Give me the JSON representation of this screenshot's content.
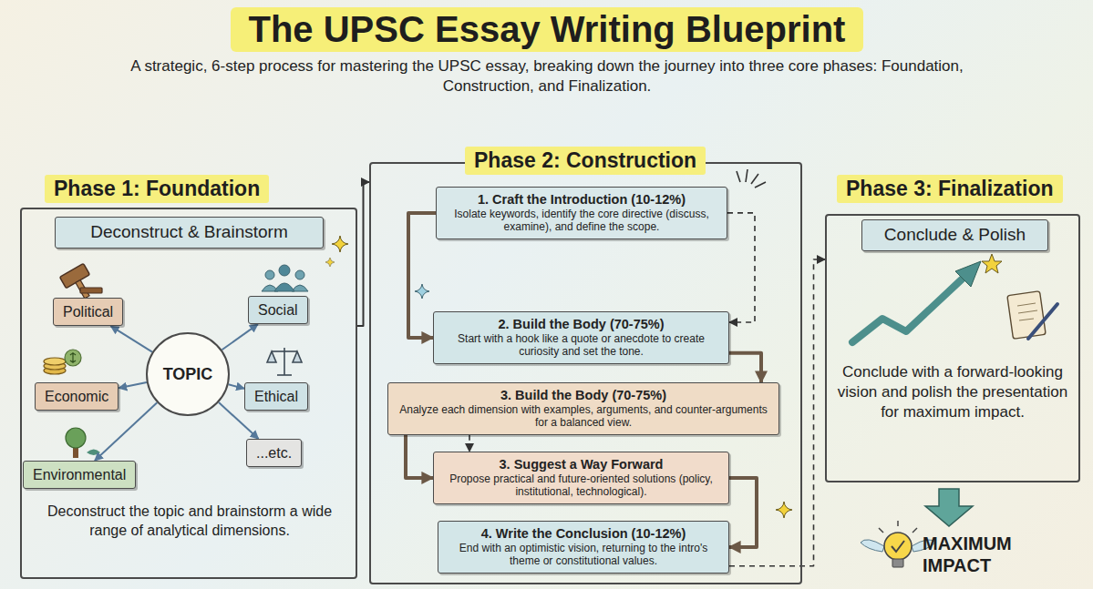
{
  "diagram": {
    "title": "The UPSC Essay Writing Blueprint",
    "caption": "A strategic, 6-step process for mastering the UPSC essay, breaking down the journey into three core phases: Foundation, Construction, and Finalization.",
    "nodes": [
      {
        "text": [
          "Phase 1: Foundation",
          "Deconstruct the topic and brainstorm a wide range of analytical dimensions."
        ]
      },
      {
        "text": [
          "Deconstruct & Brainstorm"
        ],
        "in": 0
      },
      {
        "text": [
          "TOPIC"
        ],
        "in": 0
      },
      {
        "text": [
          "Political"
        ],
        "in": 0
      },
      {
        "text": [
          "Social"
        ],
        "in": 0
      },
      {
        "text": [
          "Economic"
        ],
        "in": 0
      },
      {
        "text": [
          "Ethical"
        ],
        "in": 0
      },
      {
        "text": [
          "Environmental"
        ],
        "in": 0
      },
      {
        "text": [
          "...etc."
        ],
        "in": 0
      },
      {
        "text": [
          "Phase 2: Construction"
        ]
      },
      {
        "text": [
          "1. Craft the Introduction (10-12%)",
          "Isolate keywords, identify the core directive (discuss, examine), and define the scope."
        ],
        "in": 9
      },
      {
        "text": [
          "2. Build the Body (70-75%)",
          "Start with a hook like a quote or anecdote to create curiosity and set the tone."
        ],
        "in": 9
      },
      {
        "text": [
          "3. Build the Body (70-75%)",
          "Analyze each dimension with examples, arguments, and counter-arguments for a balanced view."
        ],
        "in": 9
      },
      {
        "text": [
          "3. Suggest a Way Forward",
          "Propose practical and future-oriented solutions (policy, institutional, technological)."
        ],
        "in": 9
      },
      {
        "text": [
          "4. Write the Conclusion (10-12%)",
          "End with an optimistic vision, returning to the intro's theme or constitutional values."
        ],
        "in": 9
      },
      {
        "text": [
          "Phase 3: Finalization",
          "Conclude with a forward-looking vision and polish the presentation for maximum impact."
        ]
      },
      {
        "text": [
          "Conclude & Polish"
        ],
        "in": 15
      }
    ],
    "edges": [
      {
        "from": 0,
        "to": 9,
        "arrow": "to"
      },
      {
        "from": 2,
        "to": 3,
        "arrow": "to"
      },
      {
        "from": 2,
        "to": 4,
        "arrow": "to"
      },
      {
        "from": 2,
        "to": 5,
        "arrow": "to"
      },
      {
        "from": 2,
        "to": 6,
        "arrow": "to"
      },
      {
        "from": 2,
        "to": 7,
        "arrow": "to"
      },
      {
        "from": 2,
        "to": 8,
        "arrow": "to"
      },
      {
        "from": 10,
        "to": 11,
        "arrow": "to"
      },
      {
        "from": 10,
        "to": 11,
        "arrow": "to"
      },
      {
        "from": 11,
        "to": 12,
        "arrow": "to"
      },
      {
        "from": 12,
        "to": 13,
        "arrow": "to"
      },
      {
        "from": 12,
        "to": 13,
        "arrow": "to"
      },
      {
        "from": 13,
        "to": 14,
        "arrow": "to"
      },
      {
        "from": 14,
        "to": 15,
        "arrow": "to"
      }
    ],
    "labels": [
      "MAXIMUM IMPACT"
    ]
  }
}
